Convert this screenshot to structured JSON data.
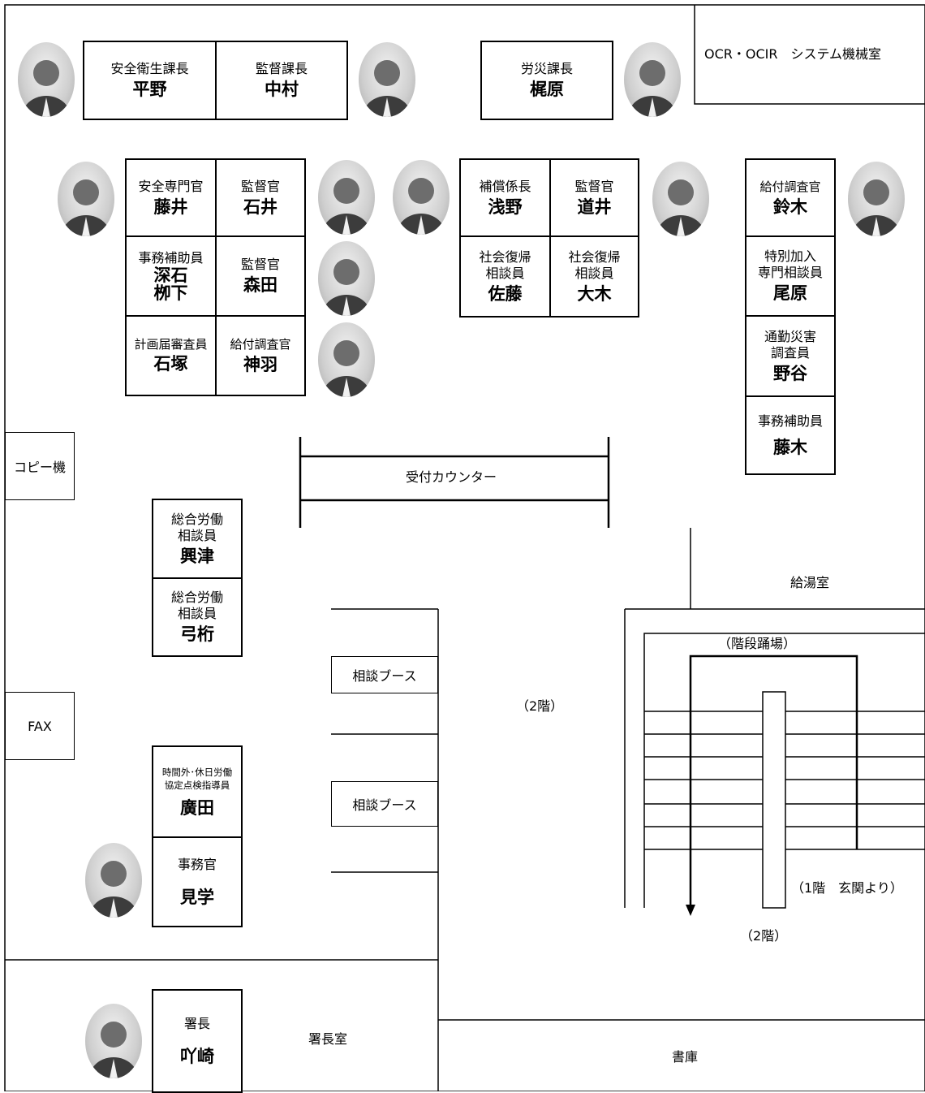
{
  "rooms": {
    "ocr_room": "OCR・OCIR　システム機械室",
    "copier": "コピー機",
    "fax": "FAX",
    "reception_counter": "受付カウンター",
    "kitchen": "給湯室",
    "landing": "（階段踊場）",
    "floor_center": "（2階）",
    "floor_bottom": "（2階）",
    "entrance": "（1階　玄関より）",
    "booth_1": "相談ブース",
    "booth_2": "相談ブース",
    "director_room": "署長室",
    "storage": "書庫"
  },
  "staff": [
    {
      "role": "安全衛生課長",
      "name": "平野"
    },
    {
      "role": "監督課長",
      "name": "中村"
    },
    {
      "role": "労災課長",
      "name": "梶原"
    },
    {
      "role": "安全専門官",
      "name": "藤井"
    },
    {
      "role": "監督官",
      "name": "石井"
    },
    {
      "role": "事務補助員",
      "name": "深石\n栁下"
    },
    {
      "role": "監督官",
      "name": "森田"
    },
    {
      "role": "計画届審査員",
      "name": "石塚"
    },
    {
      "role": "給付調査官",
      "name": "神羽"
    },
    {
      "role": "補償係長",
      "name": "浅野"
    },
    {
      "role": "監督官",
      "name": "道井"
    },
    {
      "role": "社会復帰\n相談員",
      "name": "佐藤"
    },
    {
      "role": "社会復帰\n相談員",
      "name": "大木"
    },
    {
      "role": "給付調査官",
      "name": "鈴木"
    },
    {
      "role": "特別加入\n専門相談員",
      "name": "尾原"
    },
    {
      "role": "通勤災害\n調査員",
      "name": "野谷"
    },
    {
      "role": "事務補助員",
      "name": "藤木"
    },
    {
      "role": "総合労働\n相談員",
      "name": "興津"
    },
    {
      "role": "総合労働\n相談員",
      "name": "弓桁"
    },
    {
      "role": "時間外･休日労働\n協定点検指導員",
      "name": "廣田"
    },
    {
      "role": "事務官",
      "name": "見学"
    },
    {
      "role": "署長",
      "name": "吖崎"
    }
  ],
  "icons": {
    "photo": "person-photo-icon",
    "arrow": "arrow-down-icon"
  },
  "colors": {
    "line": "#000000",
    "background": "#ffffff",
    "photo_tone": "#bfbfbf"
  }
}
